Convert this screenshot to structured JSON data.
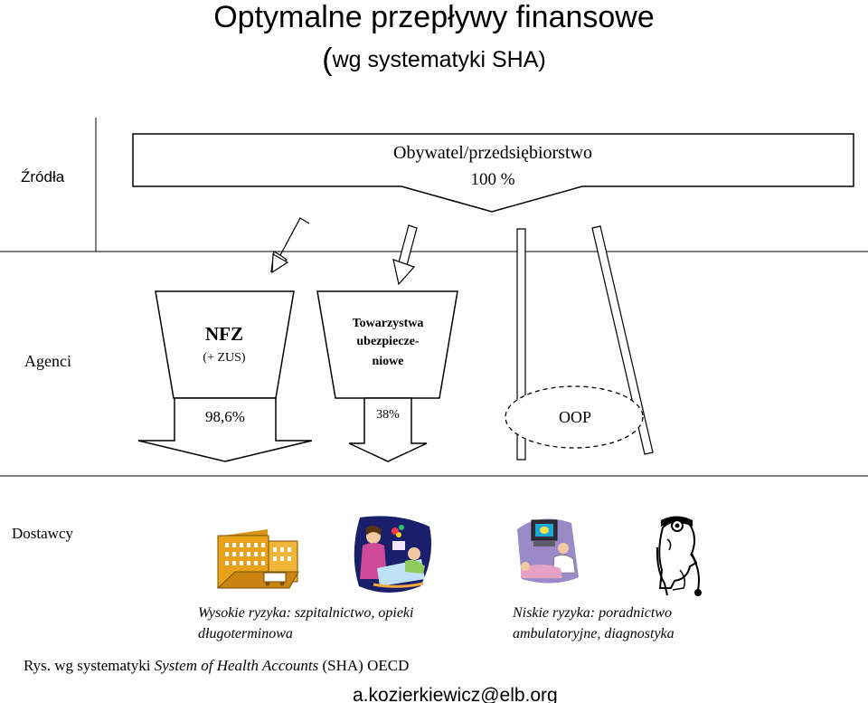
{
  "title": {
    "line1": "Optymalne przepływy finansowe",
    "line2_paren": "(",
    "line2_rest": "wg systematyki SHA)"
  },
  "rows": {
    "sources": "Źródła",
    "agents": "Agenci",
    "providers": "Dostawcy"
  },
  "source_box": {
    "name": "Obywatel/przedsiębiorstwo",
    "percent": "100 %"
  },
  "agents": {
    "nfz": {
      "name": "NFZ",
      "sub": "(+ ZUS)",
      "percent": "98,6%"
    },
    "insurers": {
      "line1": "Towarzystwa",
      "line2": "ubezpiecze-",
      "line3": "niowe",
      "percent": "38%"
    },
    "oop": {
      "name": "OOP"
    }
  },
  "providers": {
    "high_risk": {
      "line1": "Wysokie ryzyka: szpitalnictwo, opieki",
      "line2": "długoterminowa"
    },
    "low_risk": {
      "line1": "Niskie ryzyka: poradnictwo",
      "line2": "ambulatoryjne, diagnostyka"
    }
  },
  "caption": {
    "prefix": "Rys. wg systematyki ",
    "italic": "System of Health Accounts",
    "suffix": " (SHA) OECD"
  },
  "footer": "a.kozierkiewicz@elb.org",
  "icons": [
    "hospital-building-icon",
    "nurse-patient-icon",
    "ultrasound-exam-icon",
    "doctor-head-icon"
  ]
}
